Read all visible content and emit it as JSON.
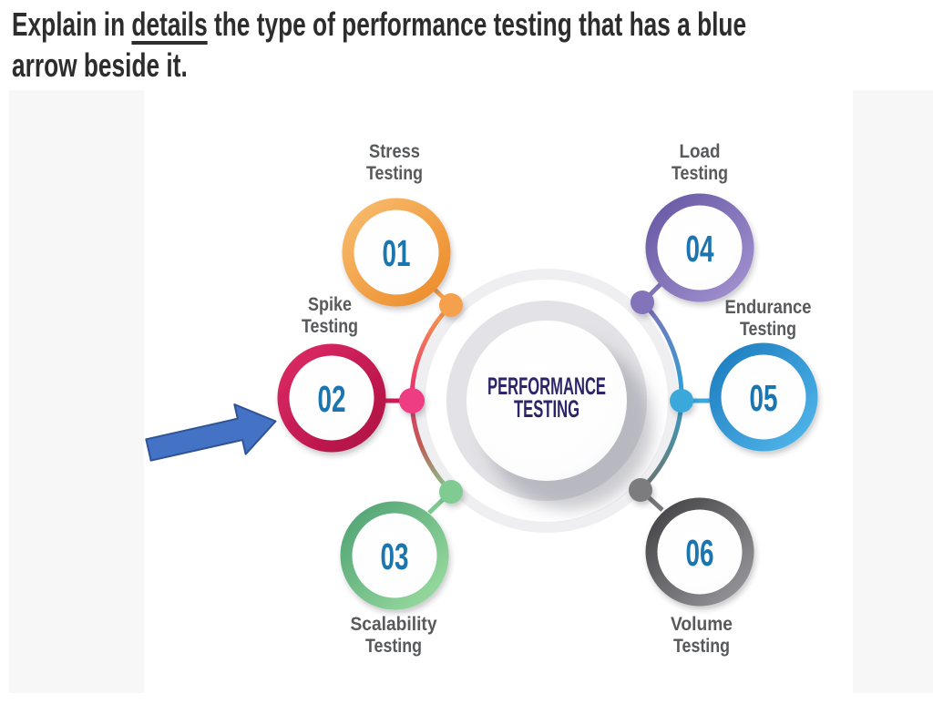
{
  "question": {
    "line1_prefix": "Explain in ",
    "line1_underlined": "details",
    "line1_suffix": " the type of performance testing that has a blue",
    "line2": "arrow beside it."
  },
  "diagram": {
    "center_title_line1": "PERFORMANCE",
    "center_title_line2": "TESTING",
    "nodes": [
      {
        "number": "01",
        "label1": "Stress",
        "label2": "Testing",
        "ring_color": "#EE9139"
      },
      {
        "number": "02",
        "label1": "Spike",
        "label2": "Testing",
        "ring_color": "#C4164F"
      },
      {
        "number": "03",
        "label1": "Scalability",
        "label2": "Testing",
        "ring_color": "#6FBE85"
      },
      {
        "number": "04",
        "label1": "Load",
        "label2": "Testing",
        "ring_color": "#7D6BB5"
      },
      {
        "number": "05",
        "label1": "Endurance",
        "label2": "Testing",
        "ring_color": "#2D97D6"
      },
      {
        "number": "06",
        "label1": "Volume",
        "label2": "Testing",
        "ring_color": "#5E5E62"
      }
    ],
    "arrow": {
      "fill": "#4472C4",
      "border": "#2F5496",
      "points_to_number": "02"
    },
    "colors": {
      "number_text": "#1B76B0",
      "label_text": "#58595B",
      "center_title_text": "#2B2669",
      "panel_background": "#FFFFFF",
      "margin_background": "#F7F7F8",
      "center_ring": "#E3E3E7"
    }
  }
}
